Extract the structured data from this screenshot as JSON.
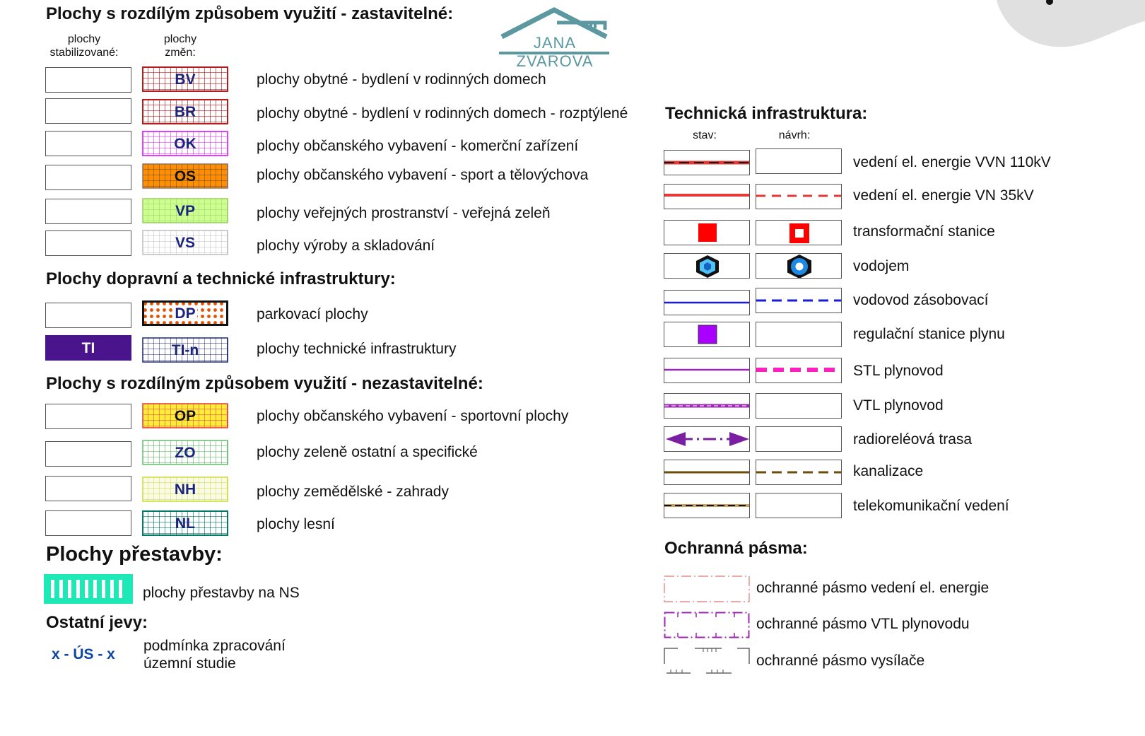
{
  "logo": {
    "text": "JANA ZVAROVA",
    "color": "#5b98a0"
  },
  "left": {
    "heading_buildable": "Plochy s rozdílým způsobem využití - zastavitelné:",
    "col_stabilized": "plochy\nstabilizované:",
    "col_changes": "plochy\nzměn:",
    "buildable": [
      {
        "code": "BV",
        "label": "plochy obytné - bydlení v rodinných domech",
        "color": "#b71c1c"
      },
      {
        "code": "BR",
        "label": "plochy obytné - bydlení v rodinných domech - rozptýlené",
        "color": "#b71c1c"
      },
      {
        "code": "OK",
        "label": "plochy občanského vybavení - komerční zařízení",
        "color": "#e040fb"
      },
      {
        "code": "OS",
        "label": "plochy občanského vybavení - sport a tělovýchova",
        "color": "#ff8f00"
      },
      {
        "code": "VP",
        "label": "plochy veřejných prostranství - veřejná zeleň",
        "color": "#ccff90"
      },
      {
        "code": "VS",
        "label": "plochy výroby a skladování",
        "color": "#cfcfcf"
      }
    ],
    "heading_transport": "Plochy dopravní a technické infrastruktury:",
    "transport": [
      {
        "code": "DP",
        "label": "parkovací plochy",
        "color": "#e65100"
      },
      {
        "code": "TI",
        "code_change": "TI-n",
        "label": "plochy technické infrastruktury",
        "color": "#4a148c"
      }
    ],
    "heading_unbuildable": "Plochy s rozdílným způsobem využití - nezastavitelné:",
    "unbuildable": [
      {
        "code": "OP",
        "label": "plochy občanského vybavení - sportovní plochy",
        "color": "#ffeb3b"
      },
      {
        "code": "ZO",
        "label": "plochy zeleně ostatní a specifické",
        "color": "#76d275"
      },
      {
        "code": "NH",
        "label": "plochy zemědělské - zahrady",
        "color": "#e6ee9c"
      },
      {
        "code": "NL",
        "label": "plochy lesní",
        "color": "#00796b"
      }
    ],
    "heading_redevelopment": "Plochy přestavby:",
    "redevelopment_label": "plochy přestavby na NS",
    "redevelopment_color": "#1de9b6",
    "heading_other": "Ostatní jevy:",
    "study_symbol": "x - ÚS - x",
    "study_label_1": "podmínka zpracování",
    "study_label_2": "územní studie"
  },
  "right": {
    "heading_tech": "Technická infrastruktura:",
    "col_state": "stav:",
    "col_proposal": "návrh:",
    "tech": [
      {
        "key": "vvn",
        "label": "vedení el. energie VVN 110kV"
      },
      {
        "key": "vn",
        "label": "vedení el. energie VN 35kV"
      },
      {
        "key": "ts",
        "label": "transformační stanice"
      },
      {
        "key": "vodojem",
        "label": "vodojem"
      },
      {
        "key": "vodovod",
        "label": "vodovod zásobovací"
      },
      {
        "key": "rsp",
        "label": "regulační stanice plynu"
      },
      {
        "key": "stl",
        "label": "STL plynovod"
      },
      {
        "key": "vtl",
        "label": "VTL  plynovod"
      },
      {
        "key": "radio",
        "label": "radioreléová trasa"
      },
      {
        "key": "kanal",
        "label": "kanalizace"
      },
      {
        "key": "telekom",
        "label": "telekomunikační vedení"
      }
    ],
    "heading_protection": "Ochranná pásma:",
    "protection": [
      {
        "key": "op-el",
        "label": "ochranné pásmo vedení el. energie"
      },
      {
        "key": "op-vtl",
        "label": "ochranné pásmo VTL plynovodu"
      },
      {
        "key": "op-vys",
        "label": "ochranné pásmo vysílače"
      }
    ]
  }
}
